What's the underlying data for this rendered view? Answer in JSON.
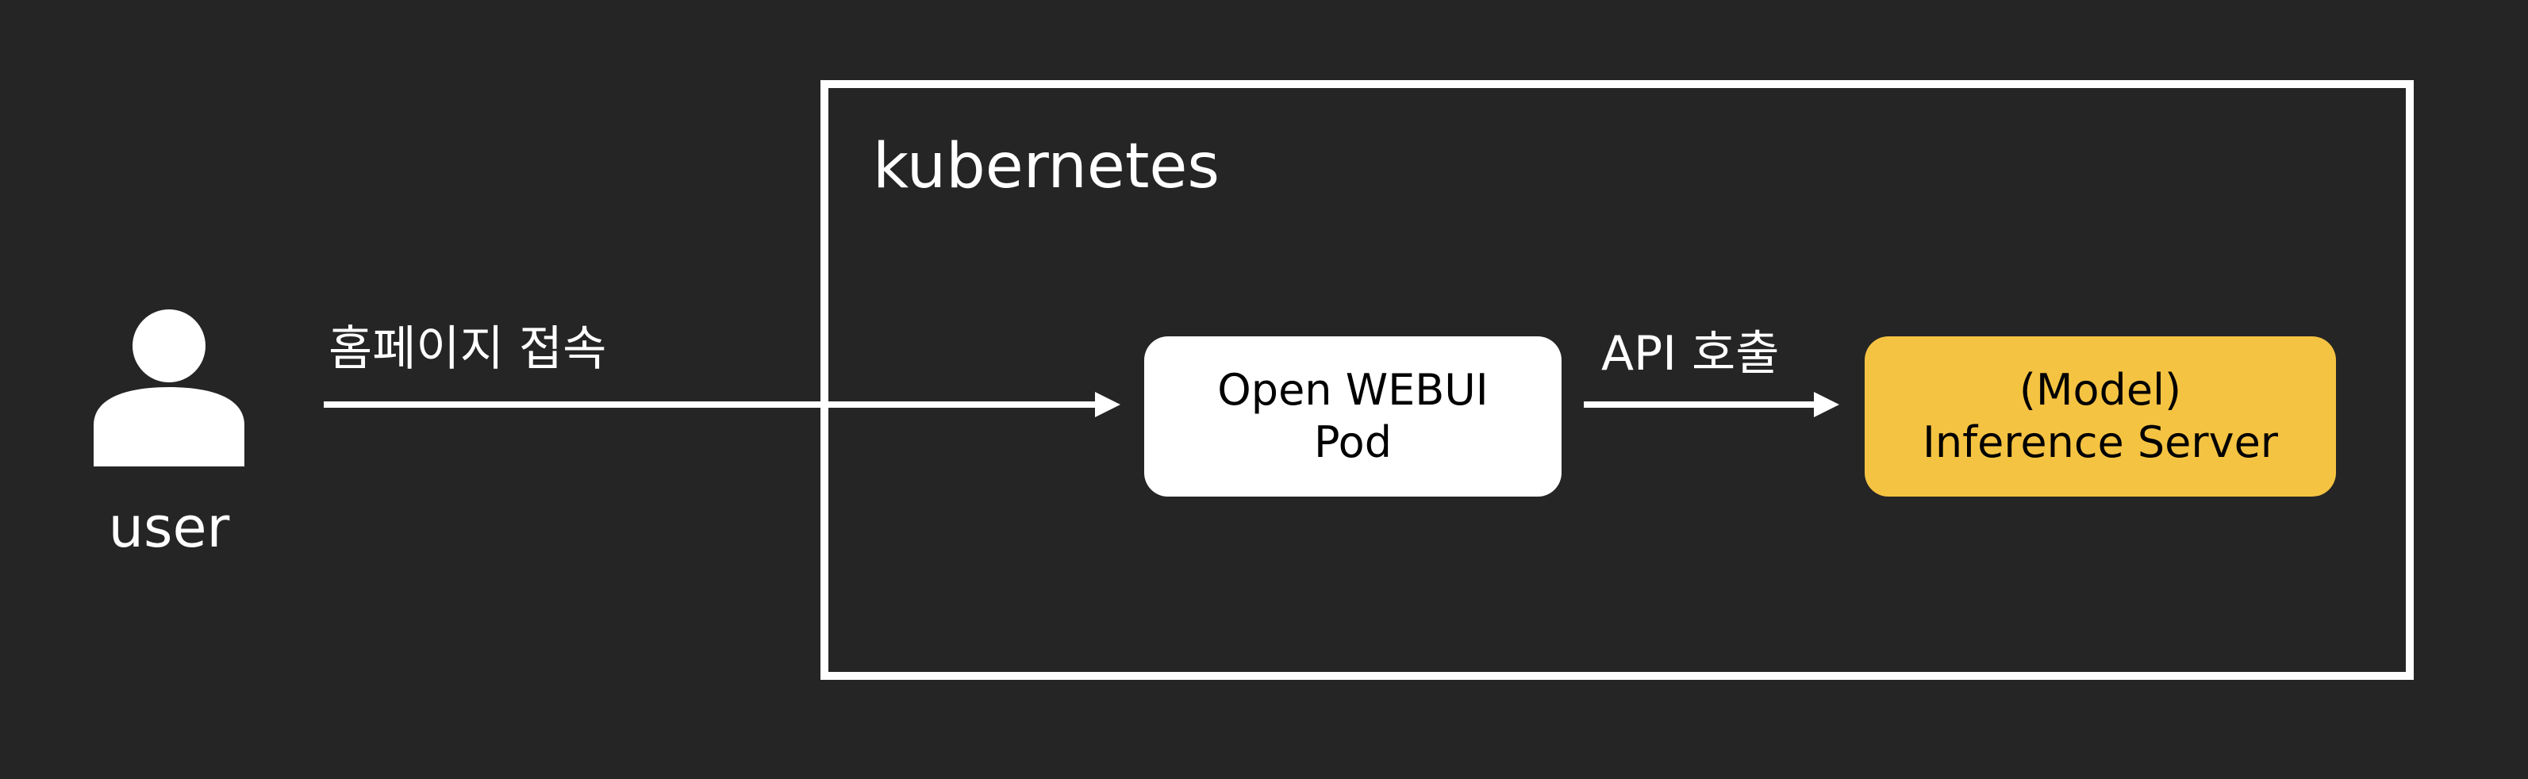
{
  "diagram": {
    "cluster_label": "kubernetes",
    "actor": {
      "label": "user",
      "icon": "user-icon"
    },
    "edges": {
      "access_label": "홈페이지 접속",
      "api_label": "API 호출"
    },
    "nodes": {
      "webui": {
        "line1": "Open WEBUI",
        "line2": "Pod"
      },
      "server": {
        "line1": "(Model)",
        "line2": "Inference Server"
      }
    },
    "colors": {
      "background": "#252525",
      "foreground": "#ffffff",
      "server_fill": "#f5c342"
    }
  }
}
